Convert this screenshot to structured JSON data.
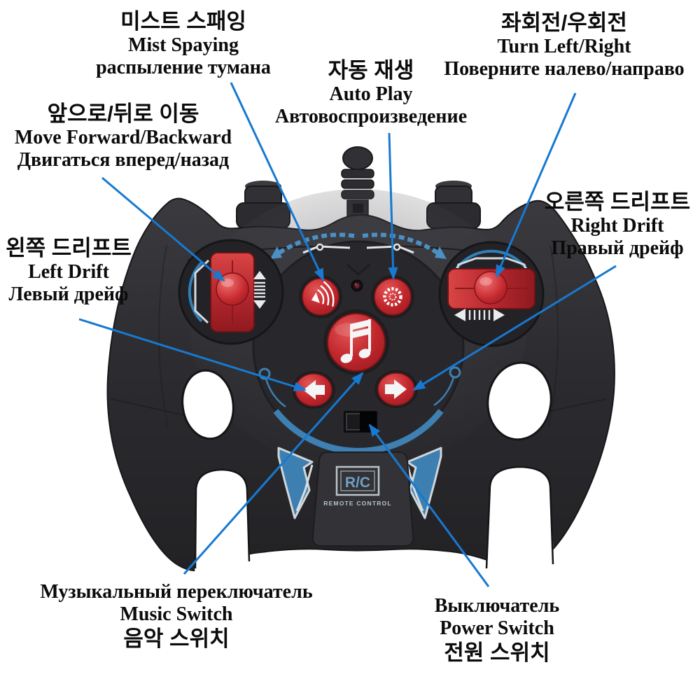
{
  "diagram": {
    "type": "rc-remote-controller-callout-diagram",
    "languages": [
      "Korean",
      "English",
      "Russian"
    ]
  },
  "labels": {
    "mist": {
      "ko": "미스트 스패잉",
      "en": "Mist Spaying",
      "ru": "распыление тумана"
    },
    "move": {
      "ko": "앞으로/뒤로 이동",
      "en": "Move Forward/Backward",
      "ru": "Двигаться вперед/назад"
    },
    "auto": {
      "ko": "자동 재생",
      "en": "Auto Play",
      "ru": "Автовоспроизведение"
    },
    "turn": {
      "ko": "좌회전/우회전",
      "en": "Turn Left/Right",
      "ru": "Поверните налево/направо"
    },
    "right_drift": {
      "ko": "오른쪽 드리프트",
      "en": "Right Drift",
      "ru": "Правый дрейф"
    },
    "left_drift": {
      "ko": "왼쪽 드리프트",
      "en": "Left Drift",
      "ru": "Левый дрейф"
    },
    "music": {
      "ru": "Музыкальный переключатель",
      "en": "Music Switch",
      "ko": "음악 스위치"
    },
    "power": {
      "ru": "Выключатель",
      "en": "Power Switch",
      "ko": "전원 스위치"
    }
  },
  "controller": {
    "logo": "R/C",
    "logo_sub": "REMOTE CONTROL"
  },
  "colors": {
    "callout_blue": "#1779d0",
    "body_dark": "#2c2c30",
    "button_red": "#c1272d",
    "decal_blue": "#3e80b2",
    "label_text": "#0b0b0b"
  }
}
